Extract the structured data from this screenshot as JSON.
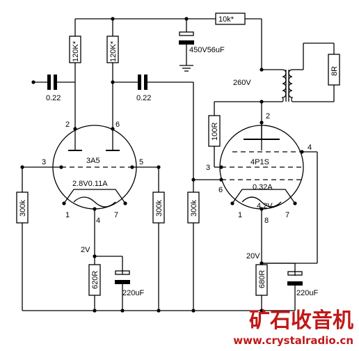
{
  "colors": {
    "wire": "#000000",
    "watermark": "#c01818",
    "background": "#ffffff"
  },
  "labels": {
    "r_top": "10k*",
    "r_anode1": "120K*",
    "r_anode2": "120K*",
    "c_filter": "450V56uF",
    "c_in": "0.22",
    "c_couple": "0.22",
    "b_plus": "260V",
    "load": "8R",
    "r_grid2": "100R",
    "tube1": "3A5",
    "tube1_fil": "2.8V0.11A",
    "tube2": "4P1S",
    "tube2_cur": "0.32A",
    "tube2_fil": "4.2V",
    "r_grid_a": "300k",
    "r_grid_b": "300k",
    "r_grid_c": "300k",
    "v_bias1": "2V",
    "r_cath1": "620R",
    "c_cath1": "220uF",
    "v_bias2": "20V",
    "r_cath2": "680R",
    "c_cath2": "220uF"
  },
  "pins": {
    "t1_p2": "2",
    "t1_p6": "6",
    "t1_p3": "3",
    "t1_p5": "5",
    "t1_p1": "1",
    "t1_p4": "4",
    "t1_p7": "7",
    "t2_p2": "2",
    "t2_p3": "3",
    "t2_p4": "4",
    "t2_p6": "6",
    "t2_p1": "1",
    "t2_p8": "8",
    "t2_p7": "7"
  },
  "watermark": {
    "title": "矿石收音机",
    "url": "www.crystalradio.cn"
  }
}
